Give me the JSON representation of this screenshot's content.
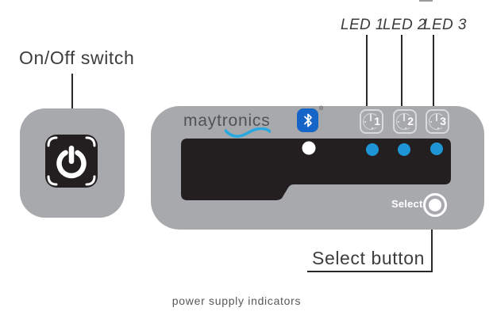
{
  "annotations": {
    "on_off_switch": "On/Off switch",
    "led_labels": [
      "LED 1",
      "LED 2",
      "LED 3"
    ],
    "select_button": "Select button",
    "caption": "power supply indicators"
  },
  "panel": {
    "brand": "maytronics",
    "registered_mark": "®",
    "select_label": "Select",
    "timer_icons": [
      {
        "number": "1"
      },
      {
        "number": "2"
      },
      {
        "number": "3"
      }
    ]
  },
  "colors": {
    "body_gray": "#a7a9ac",
    "display_black": "#231f20",
    "led_blue": "#1e96d5",
    "power_led_white": "#ffffff",
    "bluetooth_blue": "#1565c8",
    "logo_wave_blue": "#2aa9e1",
    "annotation_text": "#3d3d3f"
  }
}
